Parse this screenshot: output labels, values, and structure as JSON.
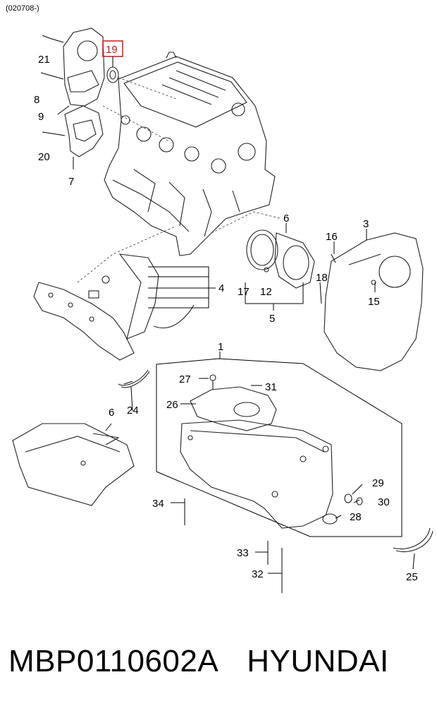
{
  "header": {
    "date_code": "(020708-)"
  },
  "highlight": {
    "part_number": "19",
    "color": "#e02020"
  },
  "callouts": {
    "p21": "21",
    "p8": "8",
    "p9": "9",
    "p20": "20",
    "p7": "7",
    "p6a": "6",
    "p16": "16",
    "p3": "3",
    "p4": "4",
    "p17": "17",
    "p12": "12",
    "p18": "18",
    "p15": "15",
    "p5": "5",
    "p1": "1",
    "p27": "27",
    "p31": "31",
    "p26": "26",
    "p24": "24",
    "p6b": "6",
    "p29": "29",
    "p30": "30",
    "p34": "34",
    "p28": "28",
    "p33": "33",
    "p32": "32",
    "p25": "25"
  },
  "footer": {
    "part_code": "MBP0110602A",
    "brand": "HYUNDAI"
  }
}
